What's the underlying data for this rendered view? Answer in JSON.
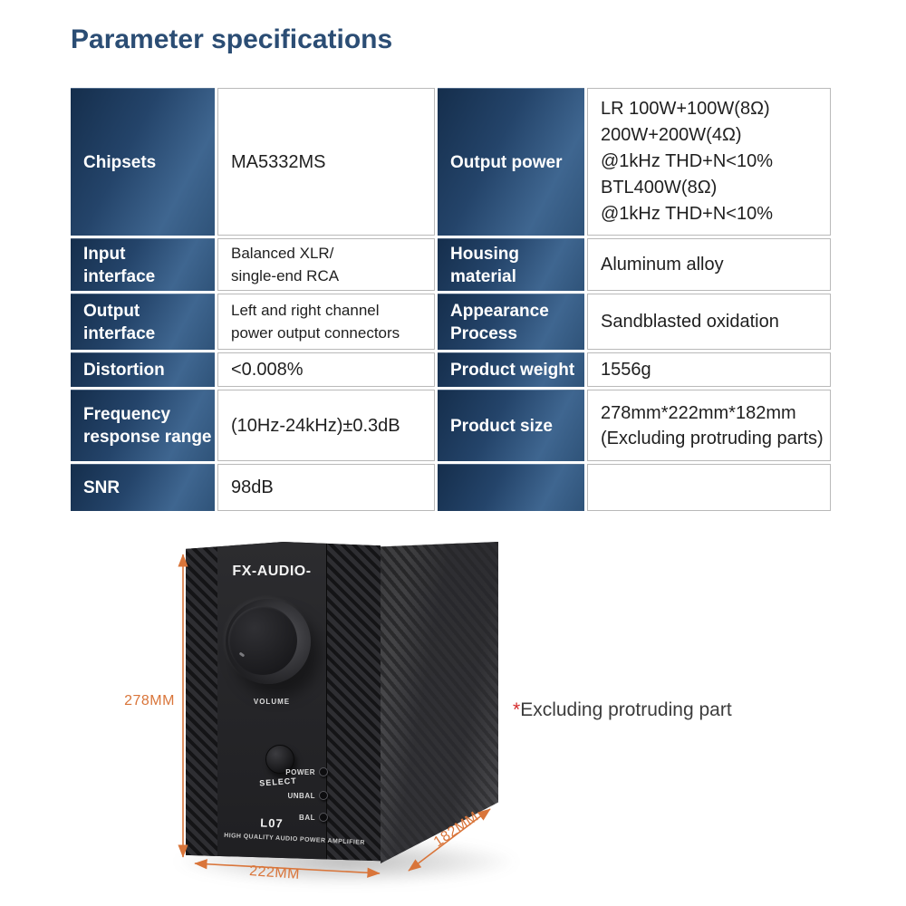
{
  "page": {
    "title": "Parameter specifications"
  },
  "colors": {
    "title_blue": "#2b4d74",
    "label_cell_dark": "#152e4c",
    "label_cell_light": "#3f6690",
    "accent_orange": "#d9753a",
    "note_star_red": "#d42b2b"
  },
  "table": {
    "rows": [
      {
        "left_label": "Chipsets",
        "left_value": "MA5332MS",
        "right_label": "Output power",
        "right_value": "LR 100W+100W(8Ω)\n200W+200W(4Ω)\n@1kHz THD+N<10%\n BTL400W(8Ω)\n@1kHz THD+N<10%"
      },
      {
        "left_label": "Input\ninterface",
        "left_value": "Balanced XLR/\nsingle-end RCA",
        "right_label": "Housing\nmaterial",
        "right_value": "Aluminum alloy"
      },
      {
        "left_label": "Output\ninterface",
        "left_value": "Left and right channel\npower output connectors",
        "right_label": "Appearance\nProcess",
        "right_value": "Sandblasted oxidation"
      },
      {
        "left_label": "Distortion",
        "left_value": "<0.008%",
        "right_label": "Product weight",
        "right_value": "1556g"
      },
      {
        "left_label": "Frequency\nresponse range",
        "left_value": "(10Hz-24kHz)±0.3dB",
        "right_label": "Product size",
        "right_value": "278mm*222mm*182mm\n(Excluding protruding parts)"
      },
      {
        "left_label": "SNR",
        "left_value": "98dB",
        "right_label": "",
        "right_value": ""
      }
    ]
  },
  "figure": {
    "brand": "FX-AUDIO-",
    "volume_label": "VOLUME",
    "select_label": "SELECT",
    "leds": [
      "POWER",
      "UNBAL",
      "BAL"
    ],
    "model": "L07",
    "tagline": "HIGH QUALITY AUDIO POWER AMPLIFIER",
    "dim_height": "278MM",
    "dim_width": "222MM",
    "dim_depth": "182MM",
    "note_star": "*",
    "note_text": "Excluding protruding part"
  }
}
